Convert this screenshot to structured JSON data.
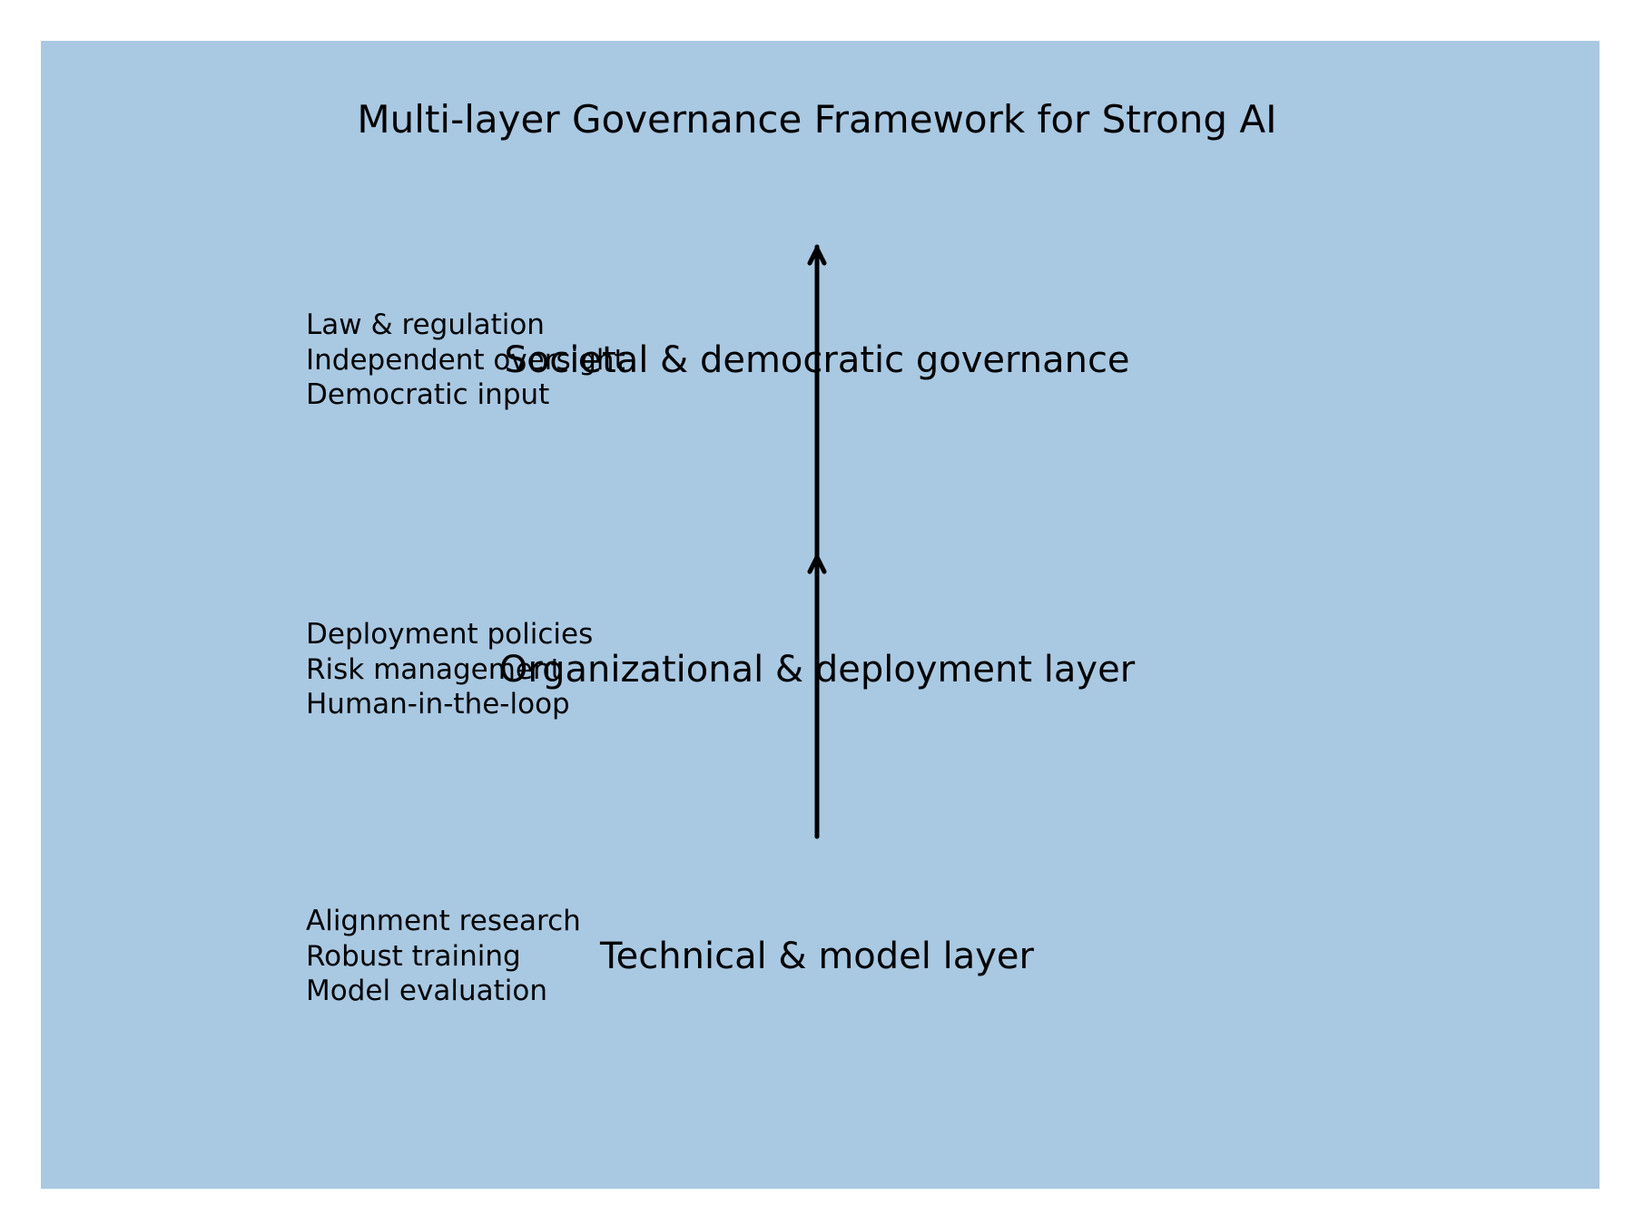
{
  "title": "Multi-layer Governance Framework for Strong AI",
  "colors": {
    "panel_background": "#a9c8e2",
    "arrow": "#000000",
    "text": "#000000"
  },
  "layers": [
    {
      "name": "Societal & democratic governance",
      "items": [
        "Law & regulation",
        "Independent oversight",
        "Democratic input"
      ]
    },
    {
      "name": "Organizational & deployment layer",
      "items": [
        "Deployment policies",
        "Risk management",
        "Human-in-the-loop"
      ]
    },
    {
      "name": "Technical & model layer",
      "items": [
        "Alignment research",
        "Robust training",
        "Model evaluation"
      ]
    }
  ],
  "arrows": [
    {
      "from": "Technical & model layer",
      "to": "Organizational & deployment layer"
    },
    {
      "from": "Organizational & deployment layer",
      "to": "Societal & democratic governance"
    }
  ]
}
